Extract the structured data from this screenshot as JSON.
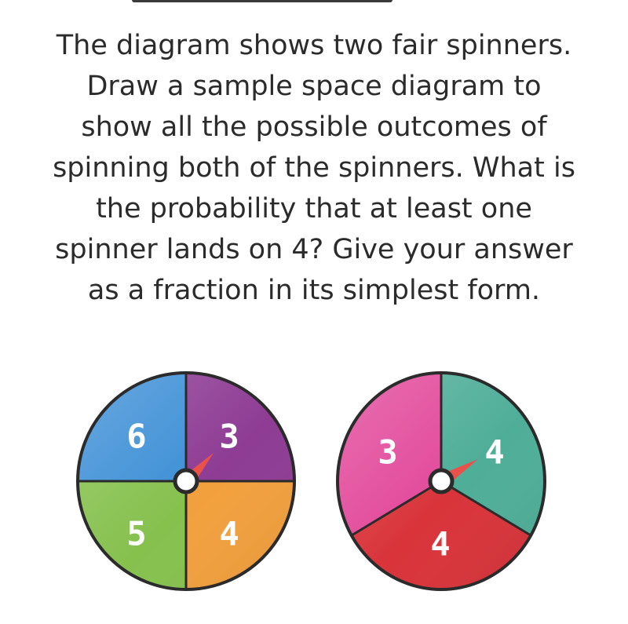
{
  "question": {
    "lines": [
      "The diagram shows two fair spinners.",
      "Draw a sample space diagram to",
      "show all the possible outcomes of",
      "spinning both of the spinners. What is",
      "the probability that at least one",
      "spinner lands on 4? Give your answer",
      "as a fraction in its simplest form."
    ]
  },
  "spinners": [
    {
      "sections": [
        {
          "label": "3",
          "color": "#8e3c94"
        },
        {
          "label": "4",
          "color": "#f2a03d"
        },
        {
          "label": "5",
          "color": "#86c14e"
        },
        {
          "label": "6",
          "color": "#3d8fd6"
        }
      ]
    },
    {
      "sections": [
        {
          "label": "4",
          "color": "#4fae98"
        },
        {
          "label": "4",
          "color": "#d8343a"
        },
        {
          "label": "3",
          "color": "#e2489a"
        }
      ]
    }
  ],
  "colors": {
    "outline": "#2b2b2b",
    "pointer": "#e8524a",
    "hub": "#ffffff",
    "label": "#ffffff"
  }
}
